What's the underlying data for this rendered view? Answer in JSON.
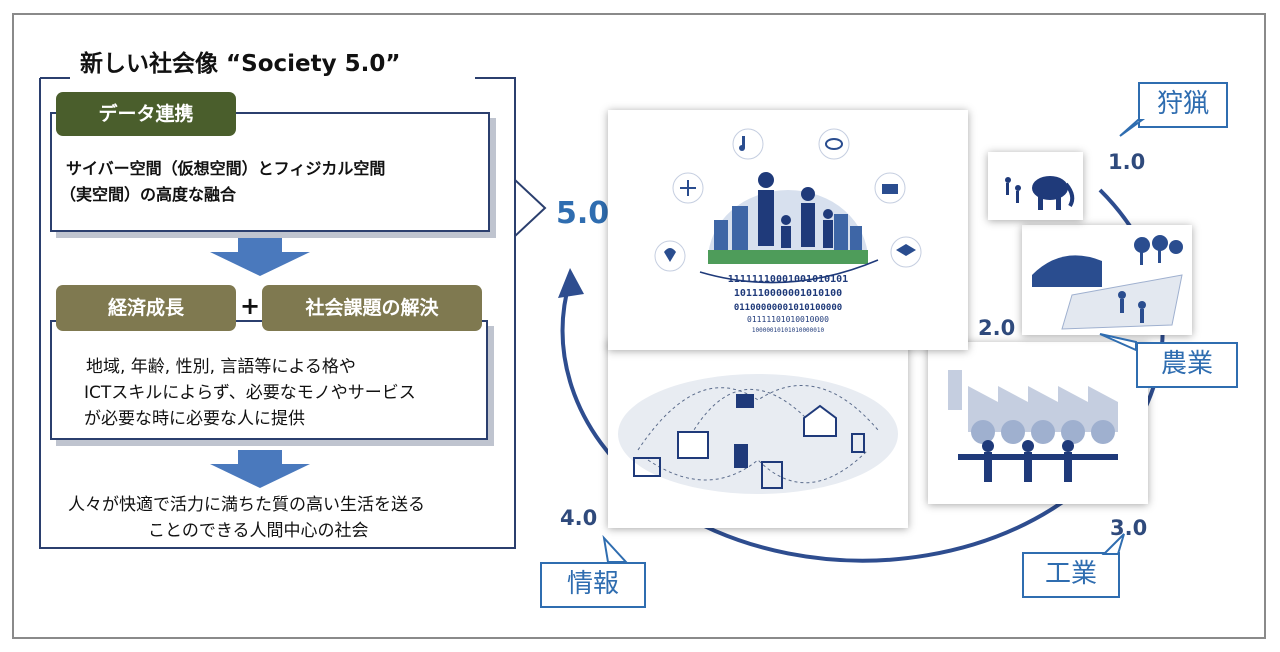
{
  "title": "新しい社会像 “Society 5.0”",
  "data_linkage": {
    "label": "データ連携",
    "lines": [
      "サイバー空間（仮想空間）とフィジカル空間",
      "（実空間）の高度な融合"
    ]
  },
  "growth": {
    "economic_label": "経済成長",
    "plus": "+",
    "social_label": "社会課題の解決",
    "lines": [
      "地域, 年齢, 性別, 言語等による格や",
      "ICTスキルによらず、必要なモノやサービス",
      "が必要な時に必要な人に提供"
    ]
  },
  "result": {
    "lines": [
      "人々が快適で活力に満ちた質の高い生活を送る",
      "ことのできる人間中心の社会"
    ]
  },
  "stages": {
    "s5": "5.0",
    "s1": "1.0",
    "s1_label": "狩猟",
    "s2": "2.0",
    "s2_label": "農業",
    "s3": "3.0",
    "s3_label": "工業",
    "s4": "4.0",
    "s4_label": "情報"
  },
  "binary": [
    "11111110001001010101",
    "101110000001010100",
    "01100000001010100000",
    "01111101010010000",
    "10000010101010000010"
  ],
  "colors": {
    "dark_green": "#4a5e2c",
    "olive": "#7f7950",
    "navy": "#2b3f6e",
    "accent_blue": "#2f6db0",
    "arrow_blue": "#4a79bd"
  }
}
